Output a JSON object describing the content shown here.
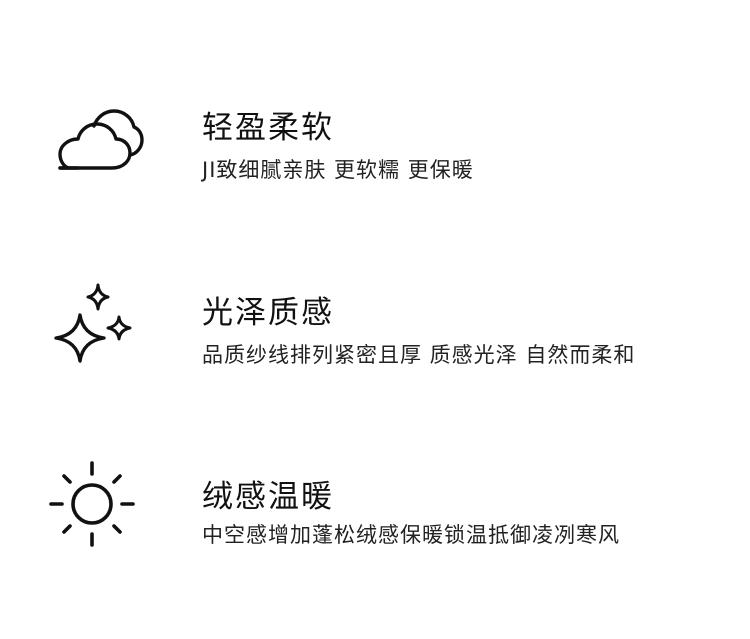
{
  "features": [
    {
      "icon": "cloud-icon",
      "title": "轻盈柔软",
      "description": "JI致细腻亲肤 更软糯 更保暖"
    },
    {
      "icon": "sparkle-icon",
      "title": "光泽质感",
      "description": "品质纱线排列紧密且厚 质感光泽 自然而柔和"
    },
    {
      "icon": "sun-icon",
      "title": "绒感温暖",
      "description": "中空感增加蓬松绒感保暖锁温抵御凌冽寒风"
    }
  ]
}
